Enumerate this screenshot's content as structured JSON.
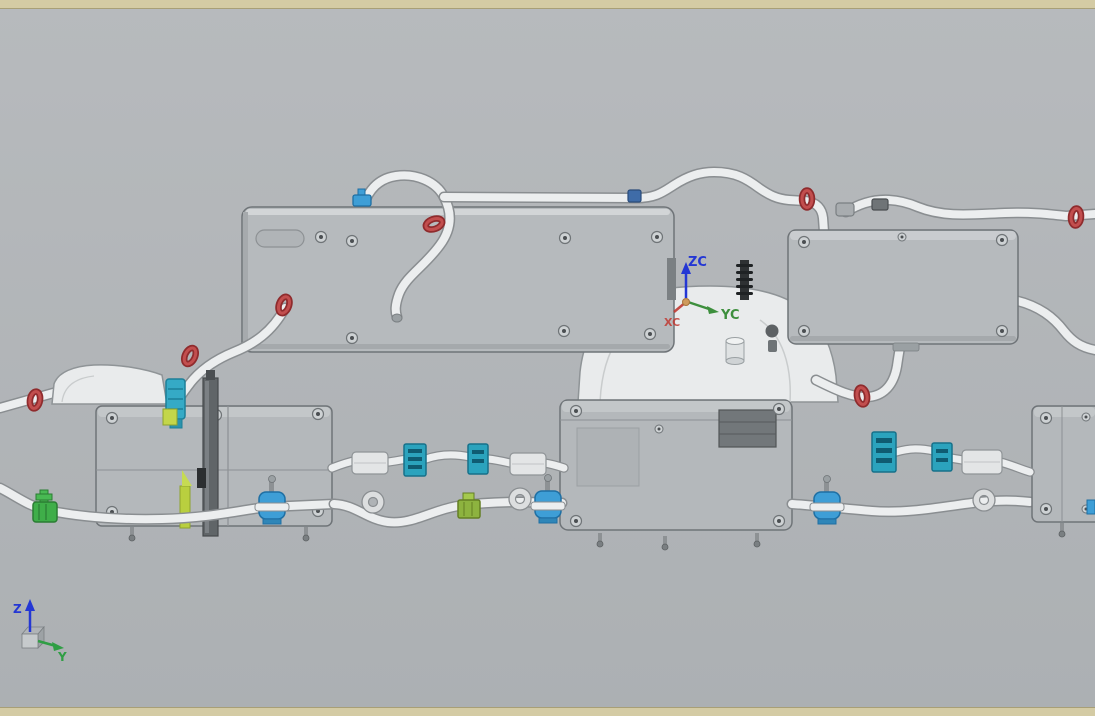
{
  "viewport": {
    "background_top": "#b7babd",
    "background_bottom": "#acb0b3",
    "frame_strip_color": "#d4cba4",
    "frame_strip_edge": "#a89f77"
  },
  "wcs": {
    "z_label": "Z",
    "y_label": "Y",
    "z_color": "#2437d4",
    "y_color": "#2f9e44"
  },
  "csys": {
    "zc_label": "ZC",
    "yc_label": "YC",
    "xc_label": "XC",
    "zc_color": "#2437d4",
    "yc_color": "#3d8f3d",
    "xc_color": "#c03a33",
    "origin_color": "#cf9a5c"
  },
  "palette": {
    "part_gray": "#b6babd",
    "part_gray_light": "#c9cccf",
    "part_edge": "#6f7478",
    "tube_fill": "#eceeef",
    "tube_edge": "#8a8e91",
    "housing_white": "#e9ebec",
    "fitting_red": "#b23b3d",
    "fitting_blue": "#3e9ed6",
    "fitting_teal": "#2ba3bd",
    "fitting_green": "#3fae49",
    "fitting_lime": "#b9cf3f",
    "rail_dark": "#606568",
    "hardware_dark": "#55595c"
  }
}
